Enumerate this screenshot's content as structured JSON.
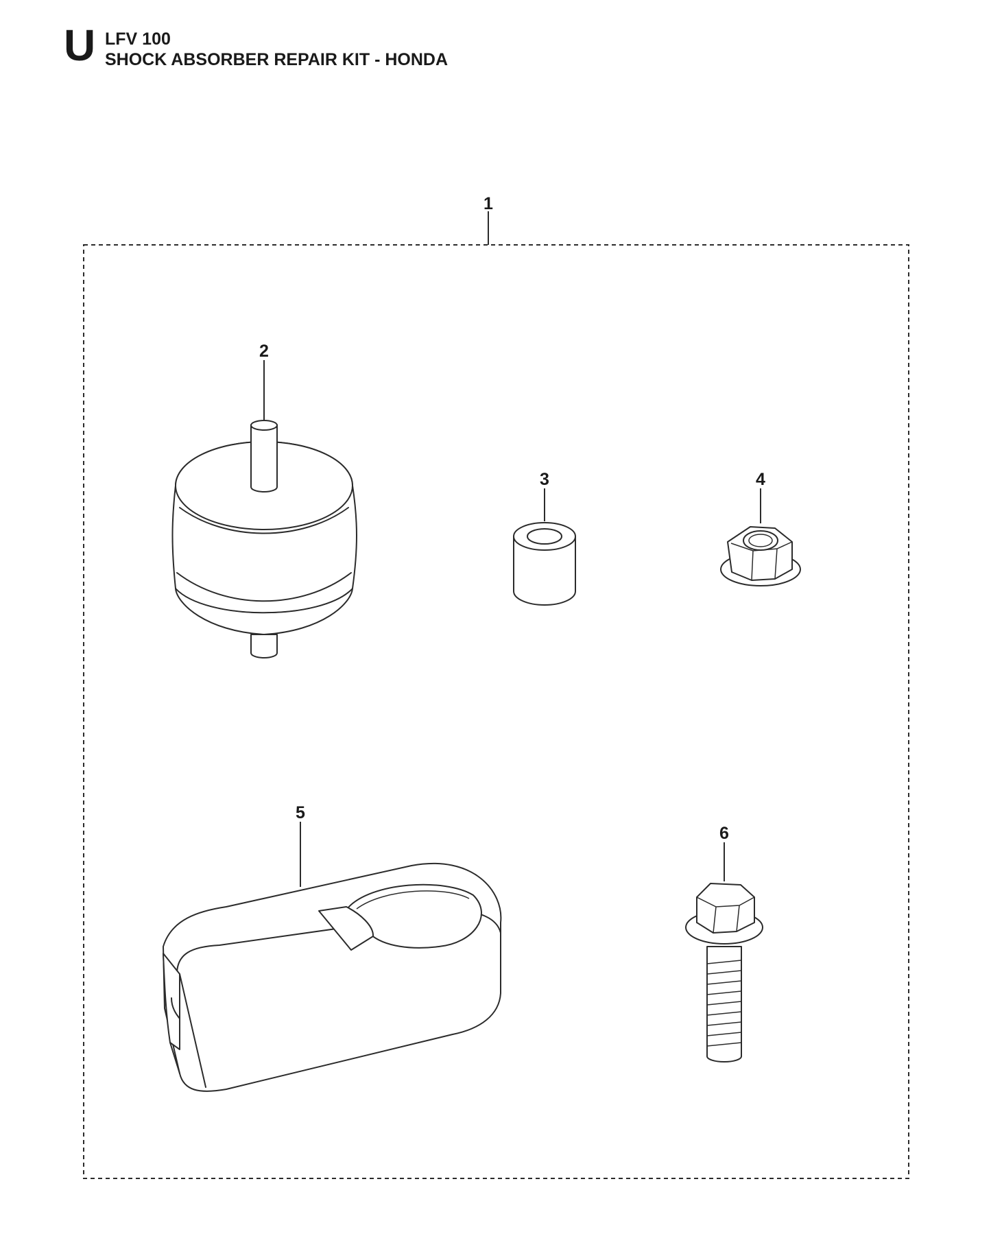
{
  "header": {
    "section_letter": "U",
    "model": "LFV 100",
    "title": "SHOCK ABSORBER REPAIR KIT - HONDA"
  },
  "callouts": [
    {
      "number": "1",
      "part": "repair-kit"
    },
    {
      "number": "2",
      "part": "shock-absorber"
    },
    {
      "number": "3",
      "part": "spacer"
    },
    {
      "number": "4",
      "part": "flange-nut"
    },
    {
      "number": "5",
      "part": "cover"
    },
    {
      "number": "6",
      "part": "flange-bolt"
    }
  ]
}
